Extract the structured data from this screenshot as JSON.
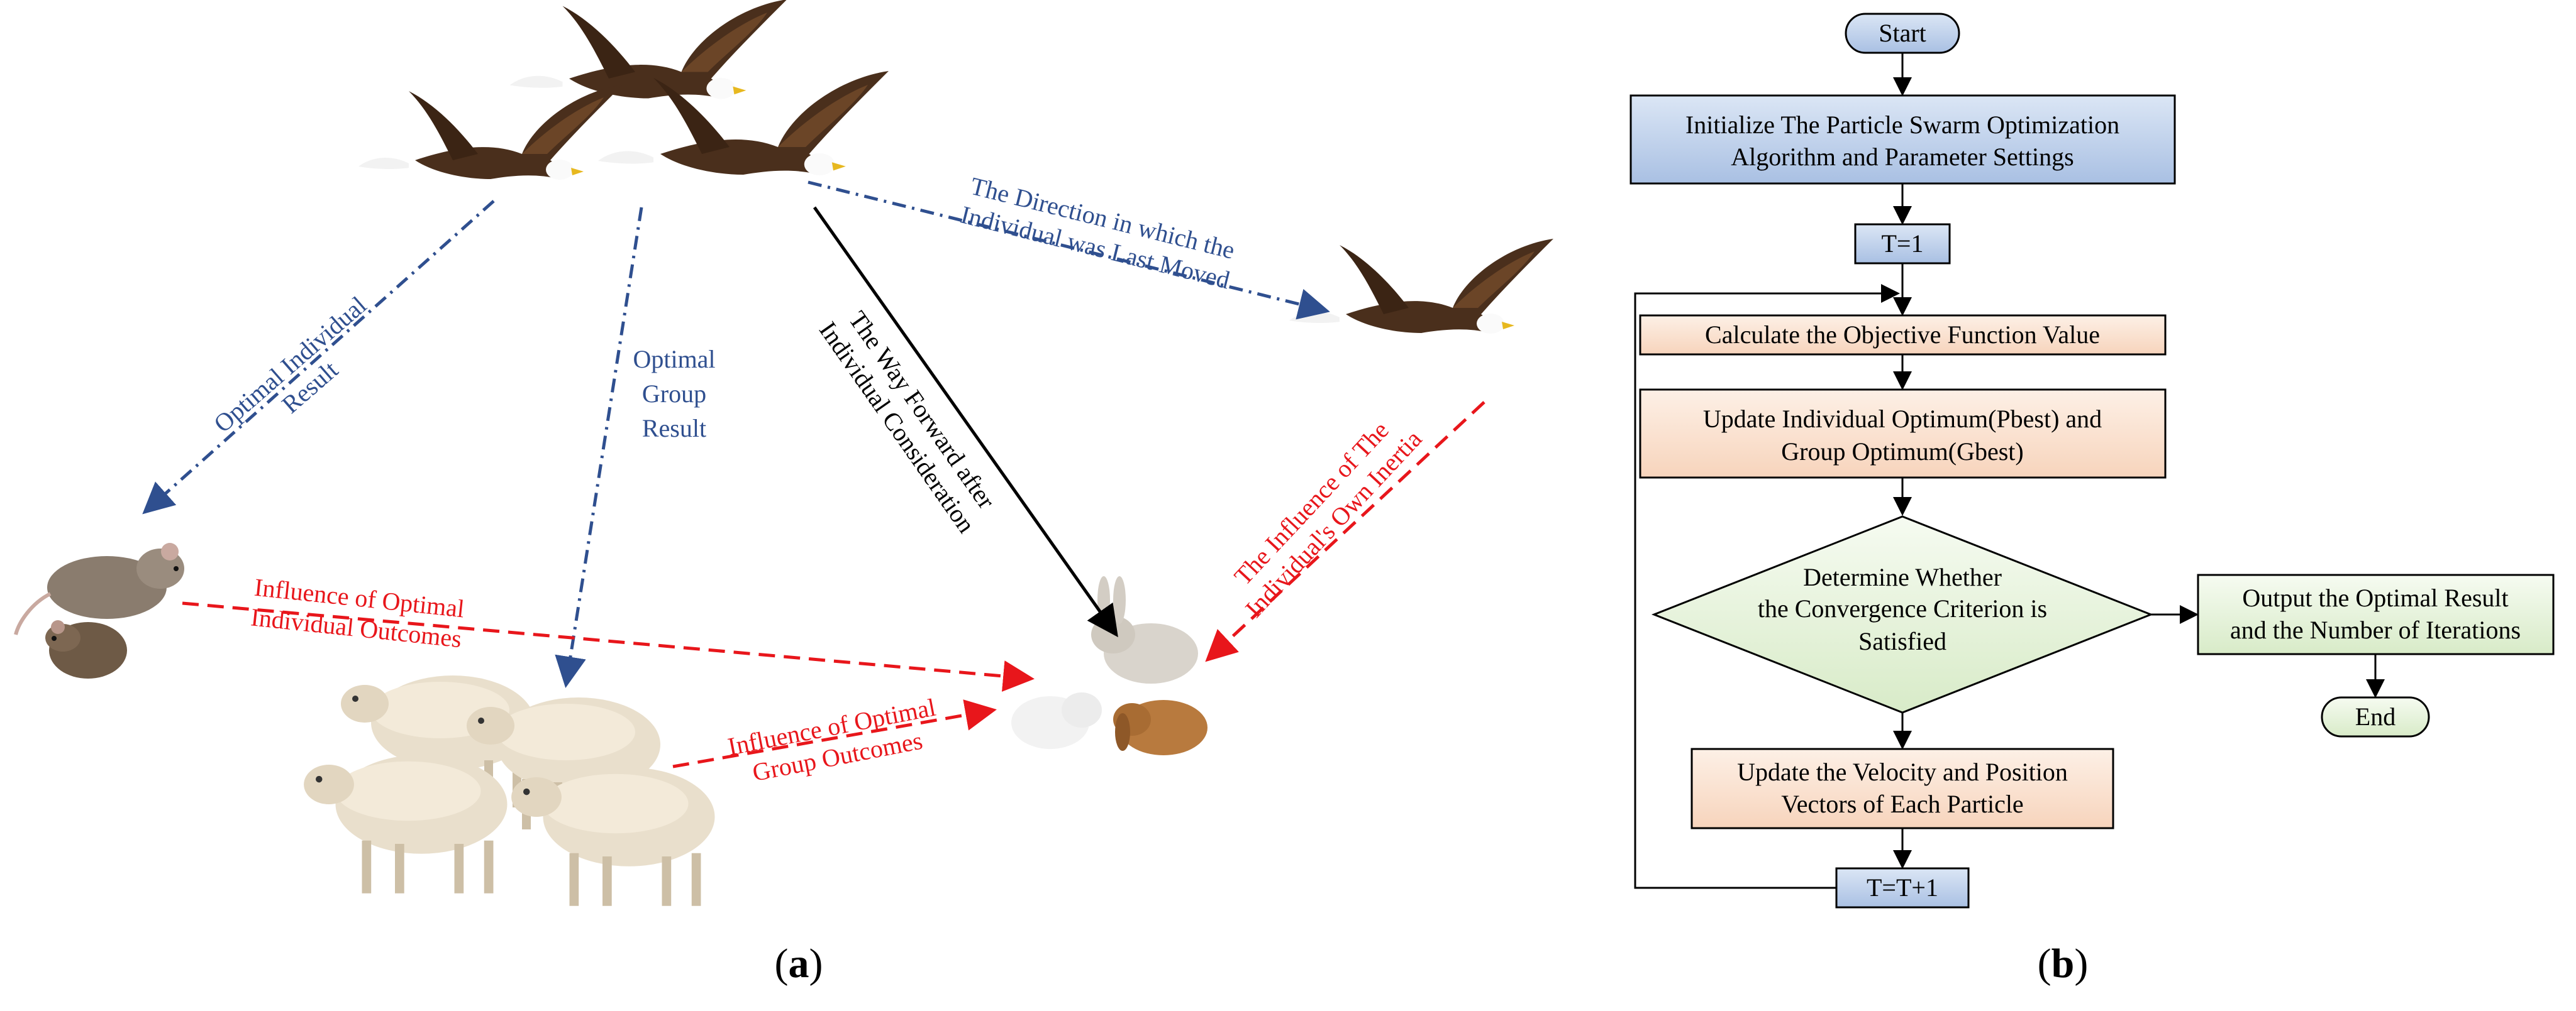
{
  "panel_a": {
    "label_prefix": "(",
    "label_letter": "a",
    "label_suffix": ")",
    "labels": {
      "optimal_individual_line1": "Optimal Individual",
      "optimal_individual_line2": "Result",
      "optimal_group_line1": "Optimal",
      "optimal_group_line2": "Group",
      "optimal_group_line3": "Result",
      "way_forward_line1": "The Way Forward after",
      "way_forward_line2": "Individual Consideration",
      "direction_line1": "The Direction in which the",
      "direction_line2": "Individual was Last Moved",
      "inertia_line1": "The Influence of The",
      "inertia_line2": "Individual's Own Inertia",
      "influence_individual_line1": "Influence of Optimal",
      "influence_individual_line2": "Individual Outcomes",
      "influence_group_line1": "Influence of Optimal",
      "influence_group_line2": "Group Outcomes"
    },
    "colors": {
      "blue": "#2f4f8f",
      "red": "#e8161b",
      "black": "#000000"
    }
  },
  "panel_b": {
    "label_prefix": "(",
    "label_letter": "b",
    "label_suffix": ")",
    "nodes": {
      "start": "Start",
      "init_line1": "Initialize The Particle Swarm Optimization",
      "init_line2": "Algorithm and Parameter Settings",
      "t1": "T=1",
      "calc": "Calculate the Objective Function Value",
      "update_opt_line1": "Update Individual Optimum(Pbest) and",
      "update_opt_line2": "Group Optimum(Gbest)",
      "decision_line1": "Determine Whether",
      "decision_line2": "the Convergence Criterion is",
      "decision_line3": "Satisfied",
      "output_line1": "Output the Optimal Result",
      "output_line2": "and the Number of Iterations",
      "end": "End",
      "update_vel_line1": "Update the Velocity and Position",
      "update_vel_line2": "Vectors of Each Particle",
      "t_inc": "T=T+1"
    },
    "colors": {
      "blue_fill": "#b9cde9",
      "orange_fill": "#fbe3d2",
      "green_fill": "#e9f3e0",
      "decision_fill": "#dff0d8"
    }
  }
}
